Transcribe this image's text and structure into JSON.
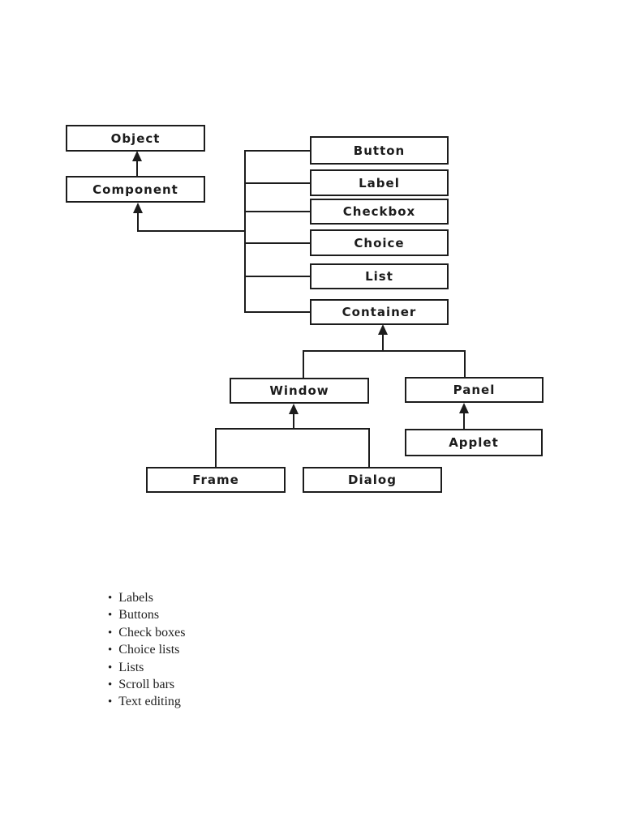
{
  "colors": {
    "line": "#1c1c1c",
    "text": "#1f1f1f",
    "background": "#ffffff"
  },
  "diagram": {
    "nodes": {
      "object": "Object",
      "component": "Component",
      "button": "Button",
      "label": "Label",
      "checkbox": "Checkbox",
      "choice": "Choice",
      "list": "List",
      "container": "Container",
      "window": "Window",
      "panel": "Panel",
      "applet": "Applet",
      "frame": "Frame",
      "dialog": "Dialog"
    }
  },
  "bullets": {
    "marker": "•",
    "items": [
      "Labels",
      "Buttons",
      "Check boxes",
      "Choice lists",
      "Lists",
      "Scroll bars",
      "Text editing"
    ]
  }
}
